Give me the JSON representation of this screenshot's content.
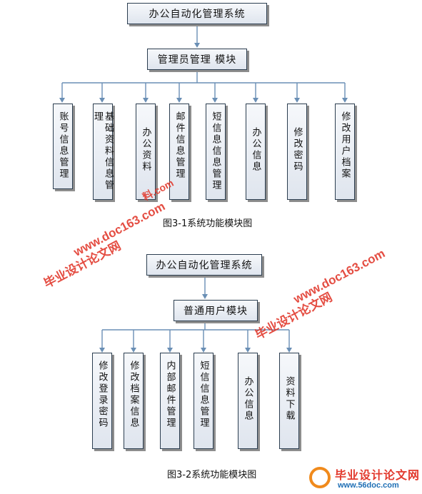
{
  "diagram1": {
    "root": "办公自动化管理系统",
    "module": "管理员管理 模块",
    "leaves": [
      "账号信息管理",
      "基础资料信息管理",
      "办公资料",
      "邮件信息管理",
      "短信息信息管理",
      "办公信息",
      "修改密码",
      "修改用户档案"
    ],
    "caption": "图3-1系统功能模块图"
  },
  "diagram2": {
    "root": "办公自动化管理系统",
    "module": "普通用户模块",
    "leaves": [
      "修改登录密码",
      "修改档案信息",
      "内部邮件管理",
      "短信信息管理",
      "办公信息",
      "资料下载"
    ],
    "caption": "图3-2系统功能模块图"
  },
  "watermarks": {
    "site_cn": "毕业设计论文网",
    "site_url": "www.doc163.com",
    "partial": "料.com",
    "logo_cn": "毕业设计论文网",
    "logo_url": "www.56doc.com"
  },
  "colors": {
    "line": "#6a8fb5",
    "box_border": "#2c3e50",
    "watermark": "#e23a2e"
  }
}
